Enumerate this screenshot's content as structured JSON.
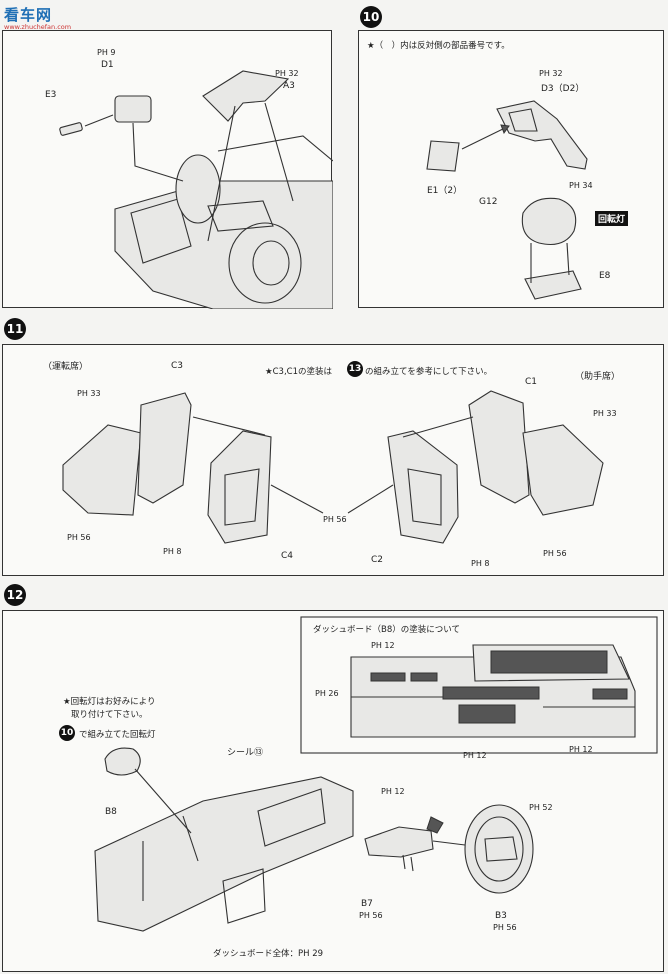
{
  "watermark": {
    "brand": "看车网",
    "url": "www.zhuchefan.com"
  },
  "step9": {
    "parts": [
      {
        "code": "D1",
        "ref": "PH 9"
      },
      {
        "code": "E3",
        "ref": ""
      },
      {
        "code": "A3",
        "ref": "PH 32"
      }
    ]
  },
  "step10": {
    "number": "10",
    "note": "★（　）内は反対側の部品番号です。",
    "parts": [
      {
        "code": "D3（D2）",
        "ref": "PH 32"
      },
      {
        "code": "E1（2）",
        "ref": ""
      },
      {
        "code": "G12",
        "ref": "PH 34"
      },
      {
        "code": "E8",
        "ref": ""
      }
    ],
    "tag": "回転灯"
  },
  "step11": {
    "number": "11",
    "note_prefix": "★C3,C1の塗装は",
    "note_step": "13",
    "note_suffix": "の組み立てを参考にして下さい。",
    "driver_label": "（運転席）",
    "passenger_label": "（助手席）",
    "parts": [
      {
        "code": "C3",
        "ref": ""
      },
      {
        "code": "C1",
        "ref": ""
      },
      {
        "code": "C4",
        "ref": ""
      },
      {
        "code": "C2",
        "ref": ""
      }
    ],
    "refs": [
      "PH 33",
      "PH 56",
      "PH 8",
      "PH 56",
      "PH 33",
      "PH 56",
      "PH 8"
    ]
  },
  "step12": {
    "number": "12",
    "inset_title": "ダッシュボード（B8）の塗装について",
    "inset_refs": [
      "PH 12",
      "PH 26",
      "PH 12",
      "PH 12"
    ],
    "beacon_note_1": "★回転灯はお好みにより",
    "beacon_note_2": "取り付けて下さい。",
    "beacon_step": "10",
    "beacon_step_suffix": "で組み立てた回転灯",
    "seal_label": "シール⑬",
    "parts": [
      {
        "code": "B8",
        "ref": ""
      },
      {
        "code": "B7",
        "ref": "PH 56"
      },
      {
        "code": "B3",
        "ref": "PH 56"
      }
    ],
    "refs_misc": [
      "PH 12",
      "PH 52"
    ],
    "footer": "ダッシュボード全体：PH 29"
  }
}
